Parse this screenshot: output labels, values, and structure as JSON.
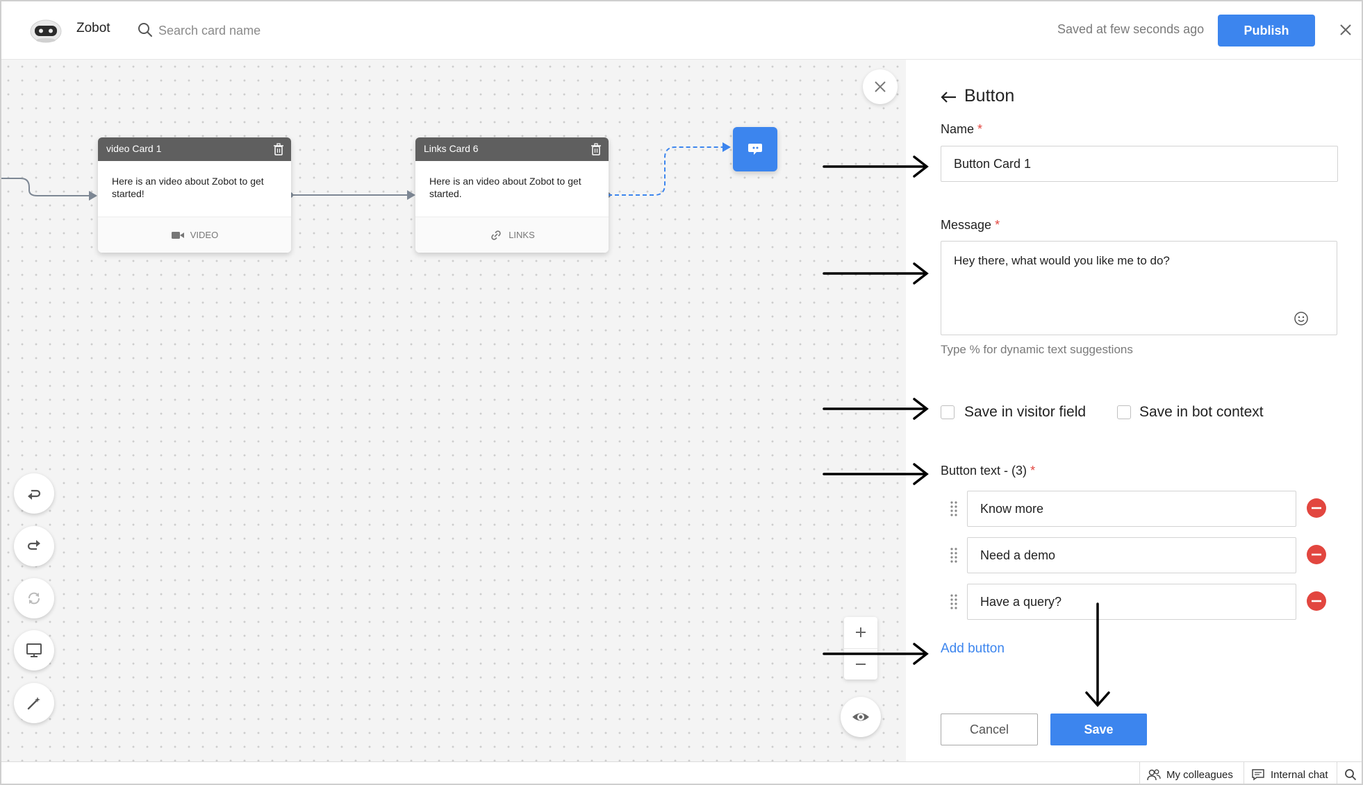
{
  "header": {
    "app_name": "Zobot",
    "search_placeholder": "Search card name",
    "saved_status": "Saved at few seconds ago",
    "publish_label": "Publish"
  },
  "canvas": {
    "cards": [
      {
        "title": "video Card 1",
        "body": "Here is an video about Zobot to get started!",
        "type_label": "VIDEO",
        "icon": "video-camera-icon"
      },
      {
        "title": "Links Card 6",
        "body": "Here is an video about Zobot to get started.",
        "type_label": "LINKS",
        "icon": "link-icon"
      }
    ]
  },
  "panel": {
    "title": "Button",
    "name_label": "Name",
    "name_value": "Button Card 1",
    "message_label": "Message",
    "message_value": "Hey there, what would you like me to do?",
    "message_hint": "Type % for dynamic text suggestions",
    "save_visitor_label": "Save in visitor field",
    "save_bot_label": "Save in bot context",
    "button_text_label": "Button text - (3)",
    "required_mark": "*",
    "buttons": [
      "Know more",
      "Need a demo",
      "Have a query?"
    ],
    "add_button_label": "Add button",
    "cancel_label": "Cancel",
    "save_label": "Save"
  },
  "footer": {
    "colleagues_label": "My colleagues",
    "chat_label": "Internal chat"
  },
  "colors": {
    "accent": "#3c85ee",
    "danger": "#e2463f",
    "card_header": "#5f5f5f"
  }
}
